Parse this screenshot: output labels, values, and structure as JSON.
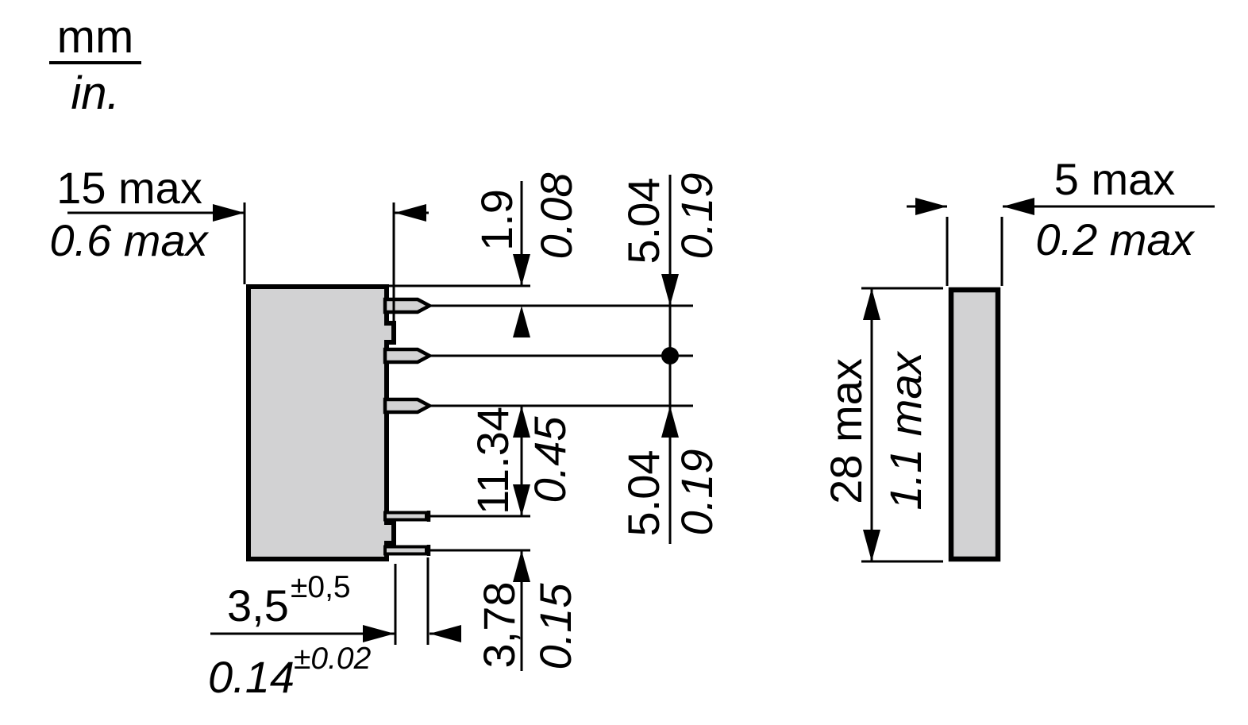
{
  "title": {
    "unit_primary": "mm",
    "unit_secondary": "in."
  },
  "side_view": {
    "width": {
      "mm": "15 max",
      "in": "0.6 max"
    },
    "top_to_pin1": {
      "mm": "1.9",
      "in": "0.08"
    },
    "pin1_pin2_pitch": {
      "mm": "5.04",
      "in": "0.19"
    },
    "pin2_pin3_pitch": {
      "mm": "5.04",
      "in": "0.19"
    },
    "pin3_pin4_pitch": {
      "mm": "11.34",
      "in": "0.45"
    },
    "pin4_pin5_pitch": {
      "mm": "3,78",
      "in": "0.15"
    },
    "pin_length": {
      "mm": "3,5",
      "mm_tolerance": "±0,5",
      "in": "0.14",
      "in_tolerance": "±0.02"
    }
  },
  "end_view": {
    "depth": {
      "mm": "5 max",
      "in": "0.2 max"
    },
    "height": {
      "mm": "28 max",
      "in": "1.1 max"
    }
  },
  "colors": {
    "body_fill": "#d2d2d3",
    "outline": "#000000",
    "background": "#ffffff"
  }
}
